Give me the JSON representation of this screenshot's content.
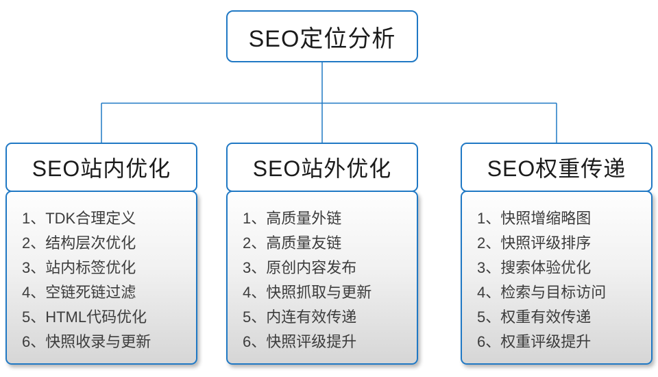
{
  "diagram": {
    "title": "SEO定位分析",
    "root": {
      "label": "SEO定位分析"
    },
    "columns": [
      {
        "title": "SEO站内优化",
        "items": [
          "1、TDK合理定义",
          "2、结构层次优化",
          "3、站内标签优化",
          "4、空链死链过滤",
          "5、HTML代码优化",
          "6、快照收录与更新"
        ]
      },
      {
        "title": "SEO站外优化",
        "items": [
          "1、高质量外链",
          "2、高质量友链",
          "3、原创内容发布",
          "4、快照抓取与更新",
          "5、内连有效传递",
          "6、快照评级提升"
        ]
      },
      {
        "title": "SEO权重传递",
        "items": [
          "1、快照增缩略图",
          "2、快照评级排序",
          "3、搜索体验优化",
          "4、检索与目标访问",
          "5、权重有效传递",
          "6、权重评级提升"
        ]
      }
    ],
    "colors": {
      "accent_blue": "#1f78c4",
      "body_gradient_top": "#fefefe",
      "body_gradient_bottom": "#d6d6d6",
      "header_text": "#1b1b1b",
      "item_text": "#3c3c3c"
    }
  }
}
